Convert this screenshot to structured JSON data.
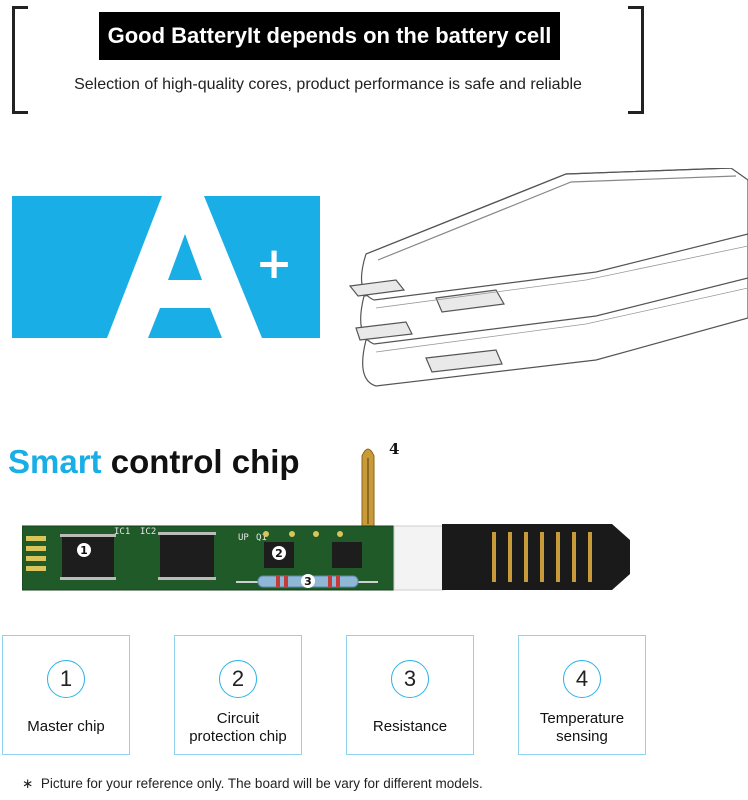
{
  "header": {
    "title": "Good BatteryIt depends on the battery cell",
    "subtitle": "Selection of high-quality cores, product performance is safe and reliable"
  },
  "grade": {
    "letter": "A",
    "plus": "+"
  },
  "chip_section": {
    "heading_accent": "Smart",
    "heading_rest": "control chip",
    "board_labels": {
      "ic1": "IC1",
      "ic2": "IC2",
      "q1": "Q1",
      "up": "UP"
    },
    "callouts": [
      "1",
      "2",
      "3",
      "4"
    ]
  },
  "features": [
    {
      "num": "1",
      "label": "Master chip"
    },
    {
      "num": "2",
      "label": "Circuit protection chip"
    },
    {
      "num": "3",
      "label": "Resistance"
    },
    {
      "num": "4",
      "label": "Temperature sensing"
    }
  ],
  "footnote": "Picture for your reference only. The board will be vary for different models.",
  "colors": {
    "accent": "#1aaee6",
    "pcb": "#1f5a28",
    "card_border": "#8fd3ef"
  }
}
